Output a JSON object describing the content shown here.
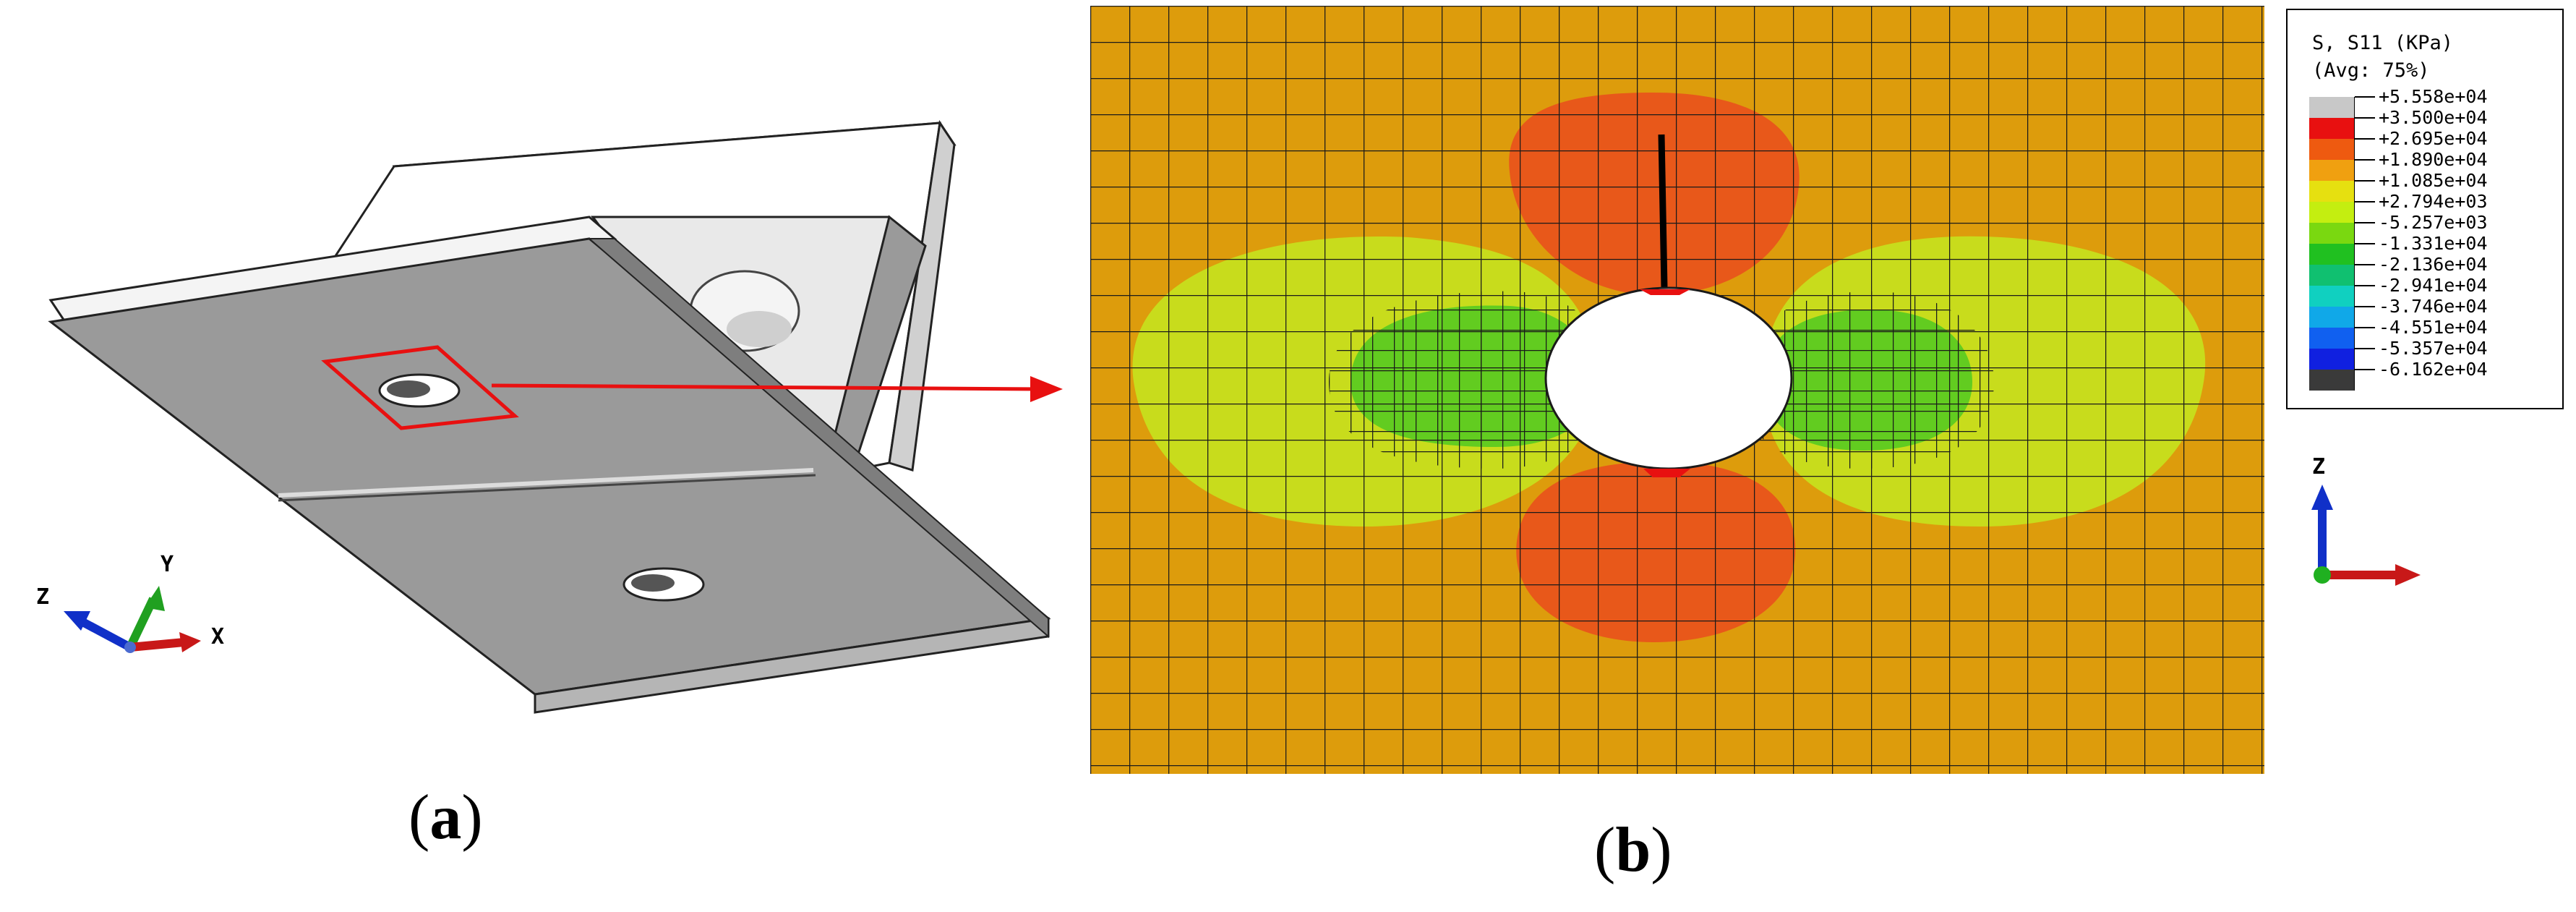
{
  "captions": {
    "a": "a",
    "b": "b"
  },
  "triad_a": {
    "z": "Z",
    "y": "Y",
    "x": "X"
  },
  "triad_b": {
    "z": "Z"
  },
  "legend": {
    "title_line1": "S, S11 (KPa)",
    "title_line2": "(Avg: 75%)",
    "entries": [
      {
        "value": "+5.558e+04",
        "color": "#c8c8c8"
      },
      {
        "value": "+3.500e+04",
        "color": "#e81010"
      },
      {
        "value": "+2.695e+04",
        "color": "#ee5a10"
      },
      {
        "value": "+1.890e+04",
        "color": "#f0a010"
      },
      {
        "value": "+1.085e+04",
        "color": "#e6e010"
      },
      {
        "value": "+2.794e+03",
        "color": "#c4ee10"
      },
      {
        "value": "-5.257e+03",
        "color": "#7ad810"
      },
      {
        "value": "-1.331e+04",
        "color": "#20c020"
      },
      {
        "value": "-2.136e+04",
        "color": "#10c070"
      },
      {
        "value": "-2.941e+04",
        "color": "#10d0c0"
      },
      {
        "value": "-3.746e+04",
        "color": "#10a8e8"
      },
      {
        "value": "-4.551e+04",
        "color": "#1060f0"
      },
      {
        "value": "-5.357e+04",
        "color": "#1020e0"
      },
      {
        "value": "-6.162e+04",
        "color": "#3a3a3a"
      }
    ]
  },
  "colors": {
    "plate": "#9a9a9a",
    "plate_edge": "#d8d8d8",
    "highlight": "#e81010",
    "mesh_base": "#dd9c0c",
    "mesh_line": "#1a1a1a",
    "zone_red": "#e8581a",
    "zone_yellow": "#c8dc1c",
    "zone_green": "#62cc20"
  }
}
